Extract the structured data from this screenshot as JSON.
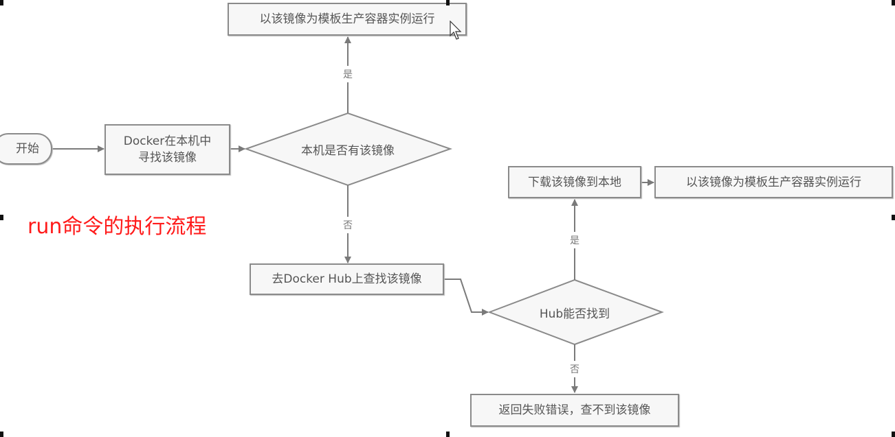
{
  "title": "run命令的执行流程",
  "colors": {
    "title": "#ff1a1a",
    "node_border": "#8a8a8a",
    "node_fill": "#f7f7f7",
    "edge": "#7a7a7a"
  },
  "nodes": {
    "start": "开始",
    "local_search": [
      "Docker在本机中",
      "寻找该镜像"
    ],
    "local_check": "本机是否有该镜像",
    "run_local": "以该镜像为模板生产容器实例运行",
    "hub_search": "去Docker Hub上查找该镜像",
    "hub_check": "Hub能否找到",
    "download": "下载该镜像到本地",
    "run_remote": "以该镜像为模板生产容器实例运行",
    "error": "返回失败错误，查不到该镜像"
  },
  "edges": {
    "local_yes": "是",
    "local_no": "否",
    "hub_yes": "是",
    "hub_no": "否"
  },
  "icons": {
    "cursor": "mouse-pointer-icon"
  }
}
